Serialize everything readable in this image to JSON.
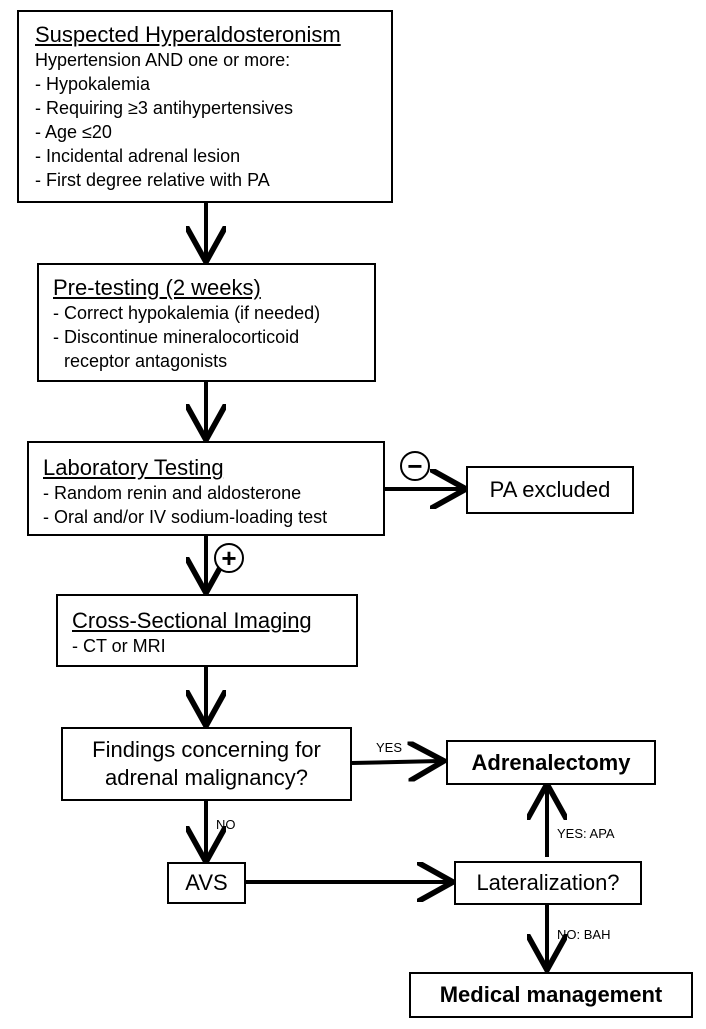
{
  "suspected": {
    "title": "Suspected Hyperaldosteronism",
    "lines": [
      "Hypertension AND one or more:",
      "- Hypokalemia",
      "- Requiring ≥3 antihypertensives",
      "- Age ≤20",
      "- Incidental adrenal lesion",
      "- First degree relative with PA"
    ]
  },
  "pretesting": {
    "title": "Pre-testing (2 weeks)",
    "lines": [
      "- Correct hypokalemia (if needed)",
      "- Discontinue mineralocorticoid",
      "receptor antagonists"
    ]
  },
  "laboratory": {
    "title": "Laboratory Testing",
    "lines": [
      "- Random renin and aldosterone",
      "- Oral and/or IV sodium-loading test"
    ]
  },
  "imaging": {
    "title": "Cross-Sectional Imaging",
    "lines": [
      "- CT or MRI"
    ]
  },
  "findings": {
    "lines": [
      "Findings concerning for",
      "adrenal malignancy?"
    ]
  },
  "nodes": {
    "pa_excluded": "PA excluded",
    "adrenalectomy": "Adrenalectomy",
    "avs": "AVS",
    "lateralization": "Lateralization?",
    "medical": "Medical management"
  },
  "edge_labels": {
    "negative_sign": "−",
    "positive_sign": "+",
    "yes": "YES",
    "no": "NO",
    "yes_apa": "YES: APA",
    "no_bah": "NO: BAH"
  }
}
